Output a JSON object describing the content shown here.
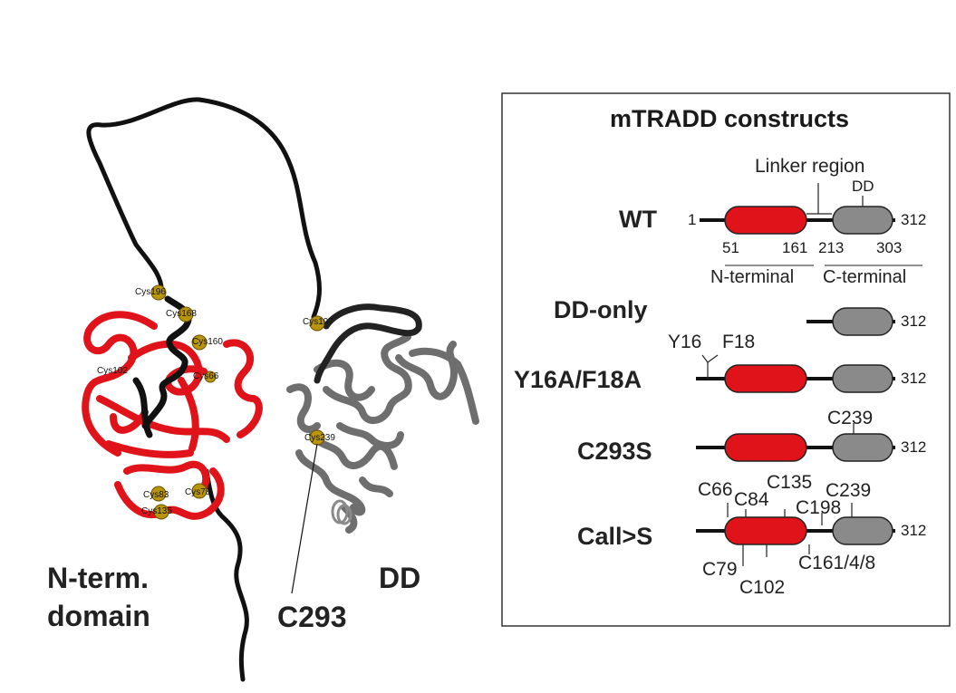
{
  "figure": {
    "structure_labels": {
      "nterm_line1": "N-term.",
      "nterm_line2": "domain",
      "dd": "DD",
      "c293": "C293"
    },
    "cys_labels": [
      "Cys196",
      "Cys168",
      "Cys160",
      "Cys102",
      "Cys66",
      "Cys197",
      "Cys239",
      "Cys83",
      "Cys78",
      "Cys135"
    ],
    "panel": {
      "title": "mTRADD constructs",
      "linker_label": "Linker region",
      "dd_label": "DD",
      "constructs": [
        {
          "name": "WT",
          "start": "1",
          "end": "312",
          "positions": [
            "51",
            "161",
            "213",
            "303"
          ],
          "domain_labels": [
            "N-terminal",
            "C-terminal"
          ]
        },
        {
          "name": "DD-only",
          "end": "312"
        },
        {
          "name": "Y16A/F18A",
          "end": "312",
          "mutations": [
            "Y16",
            "F18"
          ]
        },
        {
          "name": "C293S",
          "end": "312",
          "mutations": [
            "C239"
          ]
        },
        {
          "name": "Call>S",
          "end": "312",
          "mutations_above": [
            "C66",
            "C84",
            "C135",
            "C198",
            "C239"
          ],
          "mutations_below": [
            "C79",
            "C102",
            "C161/4/8"
          ]
        }
      ]
    },
    "colors": {
      "red_domain": "#e0121a",
      "gray_domain": "#8a8a8a",
      "black_chain": "#111111",
      "helix_gray": "#6e6e6e",
      "sphere_gold": "#b8960c"
    }
  }
}
